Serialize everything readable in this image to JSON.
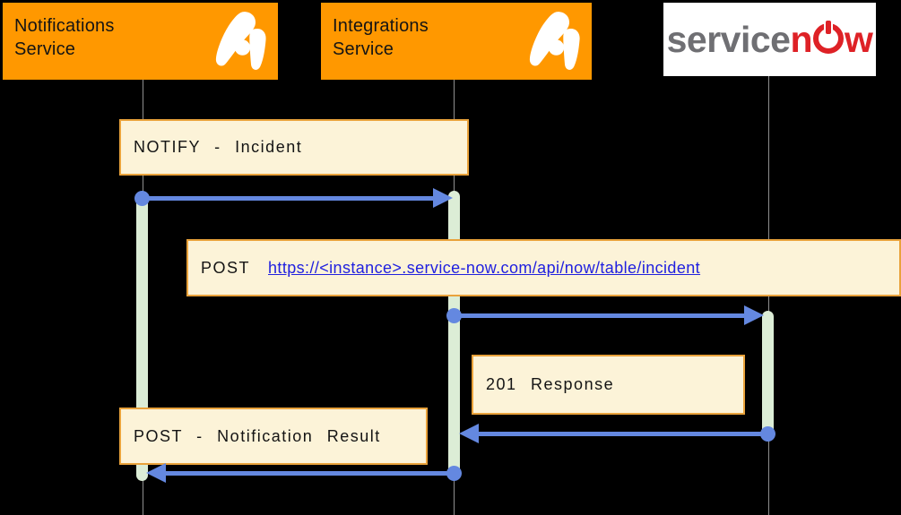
{
  "participants": {
    "notifications": {
      "line1": "Notifications",
      "line2": "Service"
    },
    "integrations": {
      "line1": "Integrations",
      "line2": "Service"
    },
    "servicenow": {
      "service": "service",
      "n": "n",
      "w": "w"
    }
  },
  "messages": {
    "notify": {
      "text": "NOTIFY - Incident"
    },
    "post_url": {
      "method": "POST",
      "url": "https://<instance>.service-now.com/api/now/table/incident"
    },
    "response": {
      "text": "201 Response"
    },
    "post_result": {
      "text": "POST - Notification Result"
    }
  },
  "colors": {
    "orange": "#FF9800",
    "box_bg": "#FCF3D8",
    "box_border": "#E9A23B",
    "bar_green": "#DCEDD6",
    "arrow_blue": "#6488E0",
    "link_blue": "#2121DF",
    "lifeline_gray": "#8F8F8F",
    "brand_gray": "#6F6F73",
    "brand_red": "#DE2126",
    "text_dark": "#141414"
  }
}
